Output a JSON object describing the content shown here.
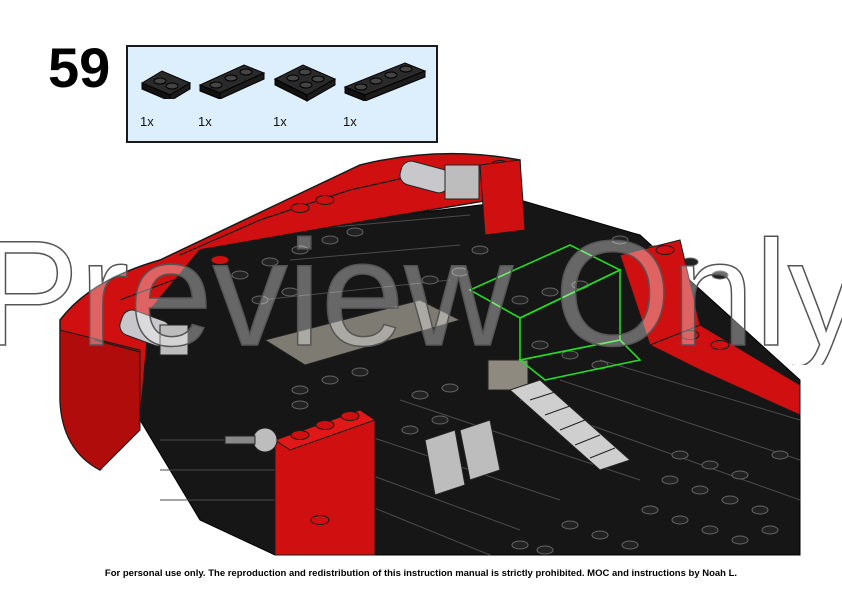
{
  "step": {
    "number": "59"
  },
  "parts": [
    {
      "qty": "1x",
      "icon": "black-plate-1x2-icon"
    },
    {
      "qty": "1x",
      "icon": "black-plate-1x3-icon"
    },
    {
      "qty": "1x",
      "icon": "black-plate-2x2-icon"
    },
    {
      "qty": "1x",
      "icon": "black-plate-1x4-icon"
    }
  ],
  "watermark": "Preview Only",
  "footer": "For personal use only. The reproduction and redistribution of this instruction manual is strictly prohibited. MOC and instructions by Noah L.",
  "colors": {
    "brick_red": "#d01010",
    "brick_black": "#151515",
    "highlight": "#22dd22",
    "panel": "#ddeefc"
  }
}
